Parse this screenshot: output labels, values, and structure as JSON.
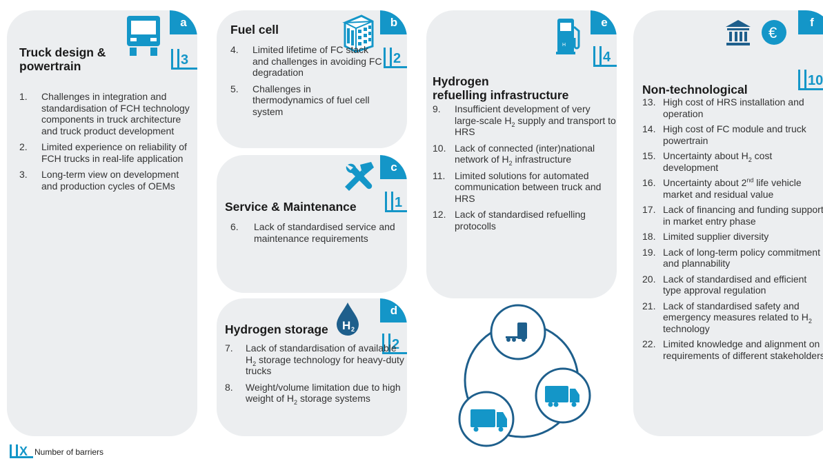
{
  "colors": {
    "accent": "#1496c8",
    "panel": "#eceef0"
  },
  "panels": {
    "a": {
      "letter": "a",
      "count": "3",
      "title_line1": "Truck design &",
      "title_line2": "powertrain",
      "icon": "truck-front-icon",
      "items": [
        {
          "num": "1.",
          "text": "Challenges in integration and standardisation of FCH technology components in truck architecture and truck product development"
        },
        {
          "num": "2.",
          "text": "Limited experience on reliability of FCH trucks in real-life application"
        },
        {
          "num": "3.",
          "text": "Long-term view on development and production cycles of OEMs"
        }
      ]
    },
    "b": {
      "letter": "b",
      "count": "2",
      "title": "Fuel cell",
      "icon": "fuel-cell-stack-icon",
      "items": [
        {
          "num": "4.",
          "text": "Limited lifetime of FC stack and challenges in avoiding FC degradation"
        },
        {
          "num": "5.",
          "text": "Challenges in thermodynamics of fuel cell system"
        }
      ]
    },
    "c": {
      "letter": "c",
      "count": "1",
      "title": "Service & Maintenance",
      "icon": "tools-icon",
      "items": [
        {
          "num": "6.",
          "text": "Lack of standardised service and maintenance requirements"
        }
      ]
    },
    "d": {
      "letter": "d",
      "count": "2",
      "title": "Hydrogen storage",
      "icon": "h2-drop-icon",
      "icon_text": "H",
      "items": [
        {
          "num": "7.",
          "a": "Lack of standardisation of available H",
          "b": " storage technology for heavy-duty trucks"
        },
        {
          "num": "8.",
          "a": "Weight/volume limitation due to high weight of H",
          "b": " storage systems"
        }
      ]
    },
    "e": {
      "letter": "e",
      "count": "4",
      "title_line1": "Hydrogen",
      "title_line2": "refuelling infrastructure",
      "icon": "fuel-pump-icon",
      "items": [
        {
          "num": "9.",
          "a": "Insufficient development of very large-scale H",
          "b": " supply and transport to HRS"
        },
        {
          "num": "10.",
          "a": "Lack of connected (inter)national network of H",
          "b": " infrastructure"
        },
        {
          "num": "11.",
          "text": "Limited solutions for automated communication between truck and HRS"
        },
        {
          "num": "12.",
          "text": "Lack of standardised refuelling protocolls"
        }
      ]
    },
    "f": {
      "letter": "f",
      "count": "10",
      "title": "Non-technological",
      "icons": [
        "bank-icon",
        "euro-icon"
      ],
      "items": [
        {
          "num": "13.",
          "text": "High cost of HRS installation and operation"
        },
        {
          "num": "14.",
          "text": "High cost of FC module and truck powertrain"
        },
        {
          "num": "15.",
          "a": "Uncertainty about H",
          "b": " cost development"
        },
        {
          "num": "16.",
          "a": "Uncertainty about 2",
          "sup": "nd",
          "b": " life vehicle market and residual value"
        },
        {
          "num": "17.",
          "text": "Lack of financing and funding support in market entry phase"
        },
        {
          "num": "18.",
          "text": "Limited supplier diversity"
        },
        {
          "num": "19.",
          "text": "Lack of long-term policy commitment and plannability"
        },
        {
          "num": "20.",
          "text": "Lack of standardised and efficient type approval regulation"
        },
        {
          "num": "21.",
          "a": "Lack of standardised safety and emergency measures related to H",
          "b": " technology"
        },
        {
          "num": "22.",
          "text": "Limited knowledge and alignment on requirements of different stakeholders"
        }
      ]
    }
  },
  "sub2": "2",
  "legend": {
    "symbol": "X",
    "text": "Number of barriers"
  }
}
